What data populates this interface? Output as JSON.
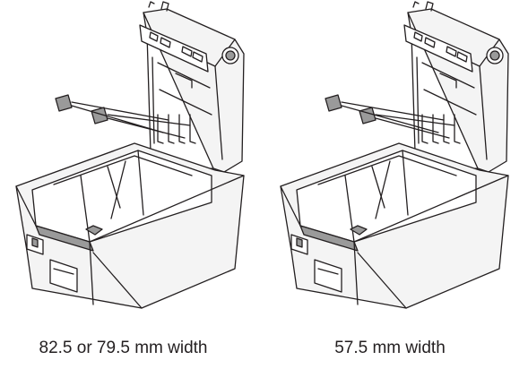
{
  "figures": [
    {
      "caption": "82.5 or 79.5 mm width",
      "illustration_icon": "printer-with-paper-guides"
    },
    {
      "caption": "57.5 mm width",
      "illustration_icon": "printer-with-paper-guides"
    }
  ],
  "colors": {
    "line": "#231f20",
    "body_fill": "#f4f4f4",
    "shade": "#9a9a9a",
    "background": "#ffffff"
  }
}
